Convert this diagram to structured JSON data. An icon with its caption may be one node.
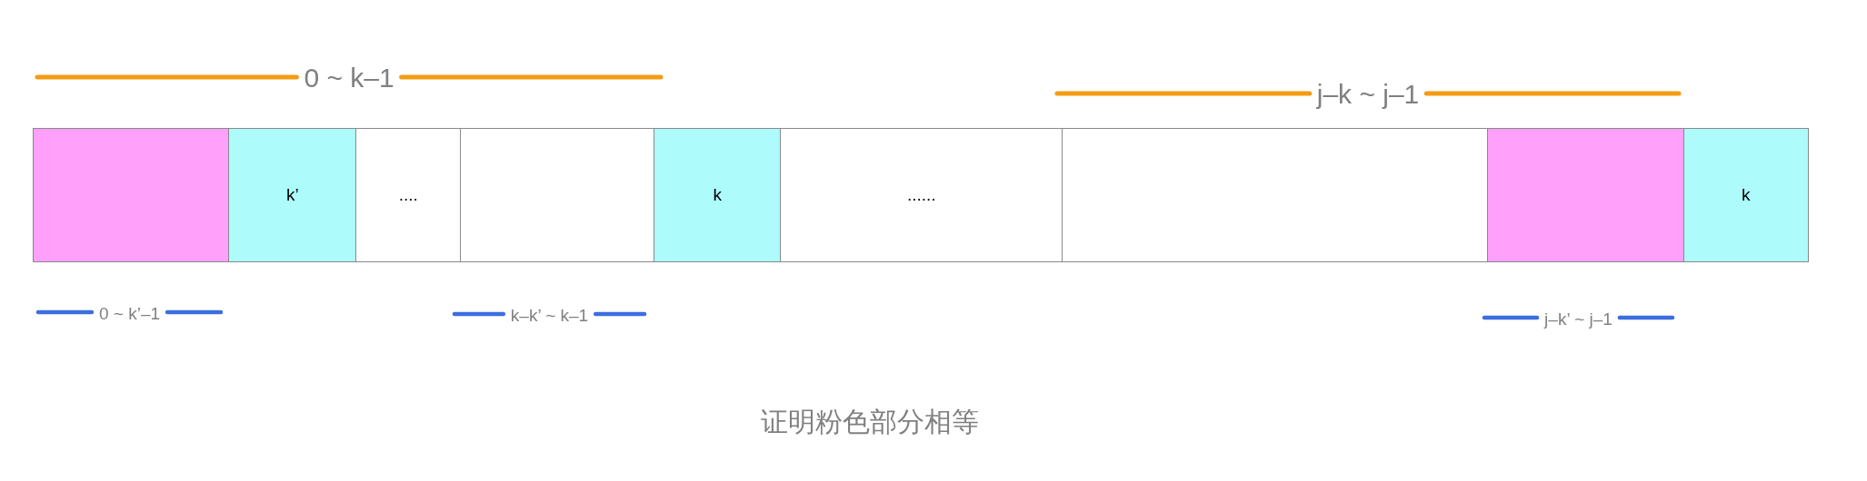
{
  "diagram": {
    "caption": "证明粉色部分相等",
    "nodes": [
      {
        "text": [],
        "shape": "box"
      },
      {
        "text": [
          "k’"
        ]
      },
      {
        "text": [
          "...."
        ]
      },
      {
        "text": [],
        "shape": "box"
      },
      {
        "text": [
          "k"
        ]
      },
      {
        "text": [
          "......"
        ]
      },
      {
        "text": [],
        "shape": "box"
      },
      {
        "text": [],
        "shape": "box"
      },
      {
        "text": [
          "k"
        ]
      }
    ],
    "labels": [
      "0 ~ k–1",
      "j–k ~ j–1",
      "0 ~ k’–1",
      "k–k’ ~ k–1",
      "j–k’ ~ j–1"
    ]
  }
}
